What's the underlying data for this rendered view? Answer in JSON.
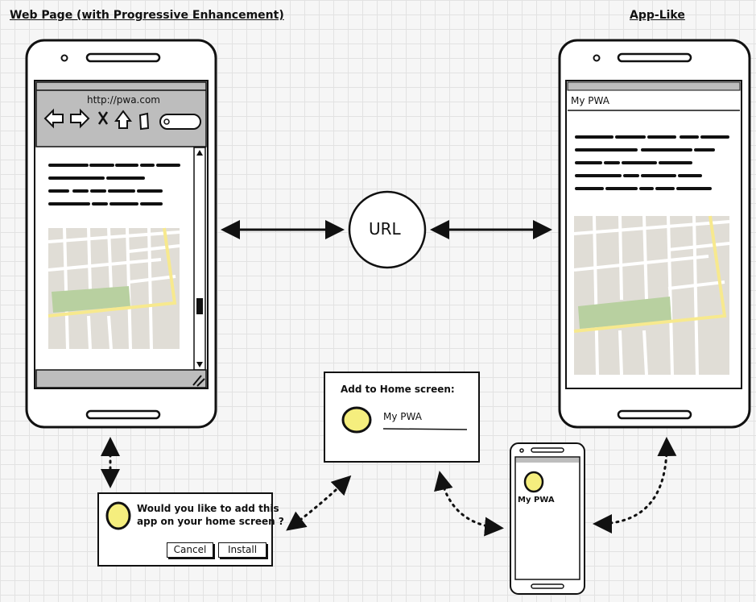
{
  "headings": {
    "left": "Web Page (with Progressive Enhancement)",
    "right": "App-Like"
  },
  "browser": {
    "address": "http://pwa.com"
  },
  "center": {
    "url_label": "URL"
  },
  "app_like": {
    "title": "My PWA"
  },
  "add_home_dialog": {
    "title": "Add to Home screen:",
    "app_name": "My PWA"
  },
  "install_prompt": {
    "line1": "Would you like to add this",
    "line2": "app on your home screen ?",
    "cancel_label": "Cancel",
    "install_label": "Install"
  },
  "home_screen": {
    "app_label": "My PWA"
  },
  "colors": {
    "map_bg": "#e0ddd6",
    "map_road": "#ffffff",
    "map_highlight": "#f7e98e",
    "map_park": "#b8d0a0",
    "icon_yellow": "#f5ee7e",
    "chrome_gray": "#bdbdbd"
  },
  "icons": [
    "back-arrow-icon",
    "forward-arrow-icon",
    "close-icon",
    "home-icon",
    "bookmark-icon",
    "search-pill-icon",
    "resize-grip-icon"
  ]
}
